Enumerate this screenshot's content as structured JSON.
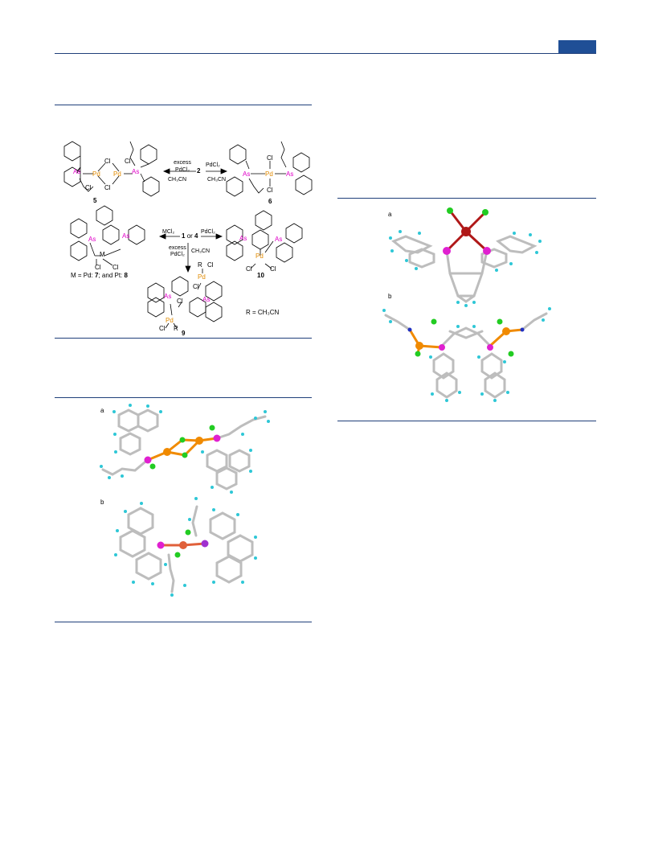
{
  "scheme": {
    "reagents_top_left": [
      "excess",
      "PdCl₂",
      "CH₃CN"
    ],
    "compound_top_center": "2",
    "reagent_top_right": "PdCl₂",
    "compound_5": "5",
    "compound_6": "6",
    "center_compounds": [
      "1",
      "or",
      "4"
    ],
    "reagent_mcl2": "MCl₂",
    "reagent_pdcl2_right": "PdCl₂",
    "reagents_down": [
      "excess",
      "PdCl₂",
      "CH₃CN"
    ],
    "m_caption_parts": [
      "M = Pd: ",
      "7",
      "; and Pt: ",
      "8"
    ],
    "compound_9": "9",
    "compound_10": "10",
    "r_caption": "R = CH₃CN",
    "atom_labels": {
      "as": "As",
      "pd": "Pd",
      "cl": "Cl",
      "m": "M",
      "r": "R",
      "ch3cn": "CH₃CN"
    }
  },
  "figure_left": {
    "panel_a": "a",
    "panel_b": "b"
  },
  "figure_right": {
    "panel_a": "a",
    "panel_b": "b"
  },
  "colors": {
    "rule": "#1f3f7a",
    "tab": "#1f4f96",
    "arsenic": "#e000c8",
    "palladium": "#f08a00",
    "chlorine": "#22cc22",
    "hydrogen": "#2ec7d6",
    "carbon_bond": "#b8b8b8",
    "platinum": "#b01818",
    "nitrogen": "#2030c0"
  }
}
